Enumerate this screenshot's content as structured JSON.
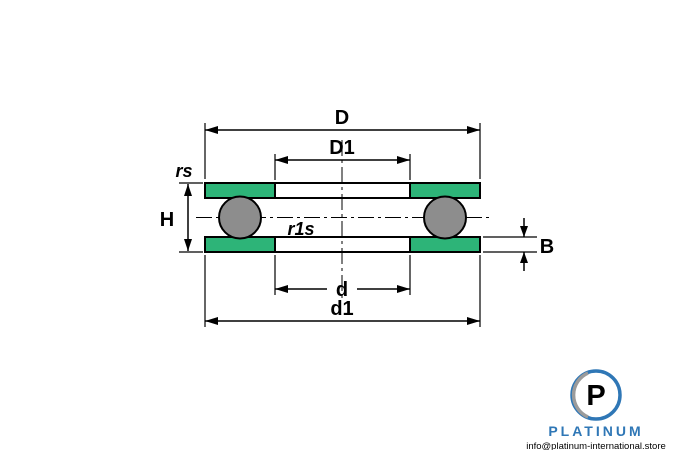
{
  "diagram": {
    "subject": "thrust-ball-bearing-cross-section",
    "dimension_labels": {
      "D": "D",
      "D1": "D1",
      "rs": "rs",
      "H": "H",
      "r1s": "r1s",
      "d": "d",
      "d1": "d1",
      "B": "B"
    },
    "colors": {
      "washer_green": "#2db478",
      "ball_gray": "#8d8d8d",
      "line_black": "#000000"
    }
  },
  "branding": {
    "logo_letter": "P",
    "brand_name": "PLATINUM",
    "contact": "info@platinum-international.store",
    "brand_color": "#2f77b6"
  }
}
